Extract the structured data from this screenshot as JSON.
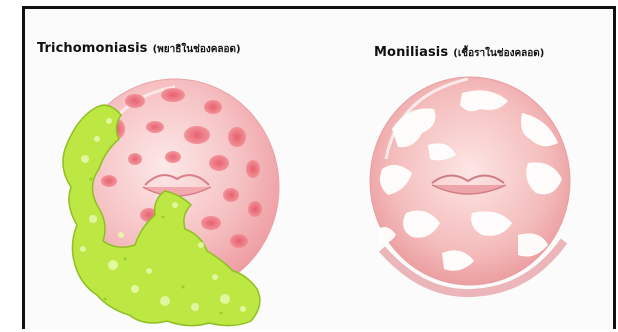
{
  "figures": [
    {
      "name": "Trichomoniasis",
      "thai": "(พยาธิในช่องคลอด)"
    },
    {
      "name": "Moniliasis",
      "thai": "(เชื้อราในช่องคลอด)"
    }
  ],
  "colors": {
    "frame": "#111111",
    "tissue_pink": "#f4b4b6",
    "tissue_light": "#fbe2e2",
    "spots": "#e8616e",
    "discharge_green": "#b9e53a",
    "white_patch": "#ffffff"
  }
}
